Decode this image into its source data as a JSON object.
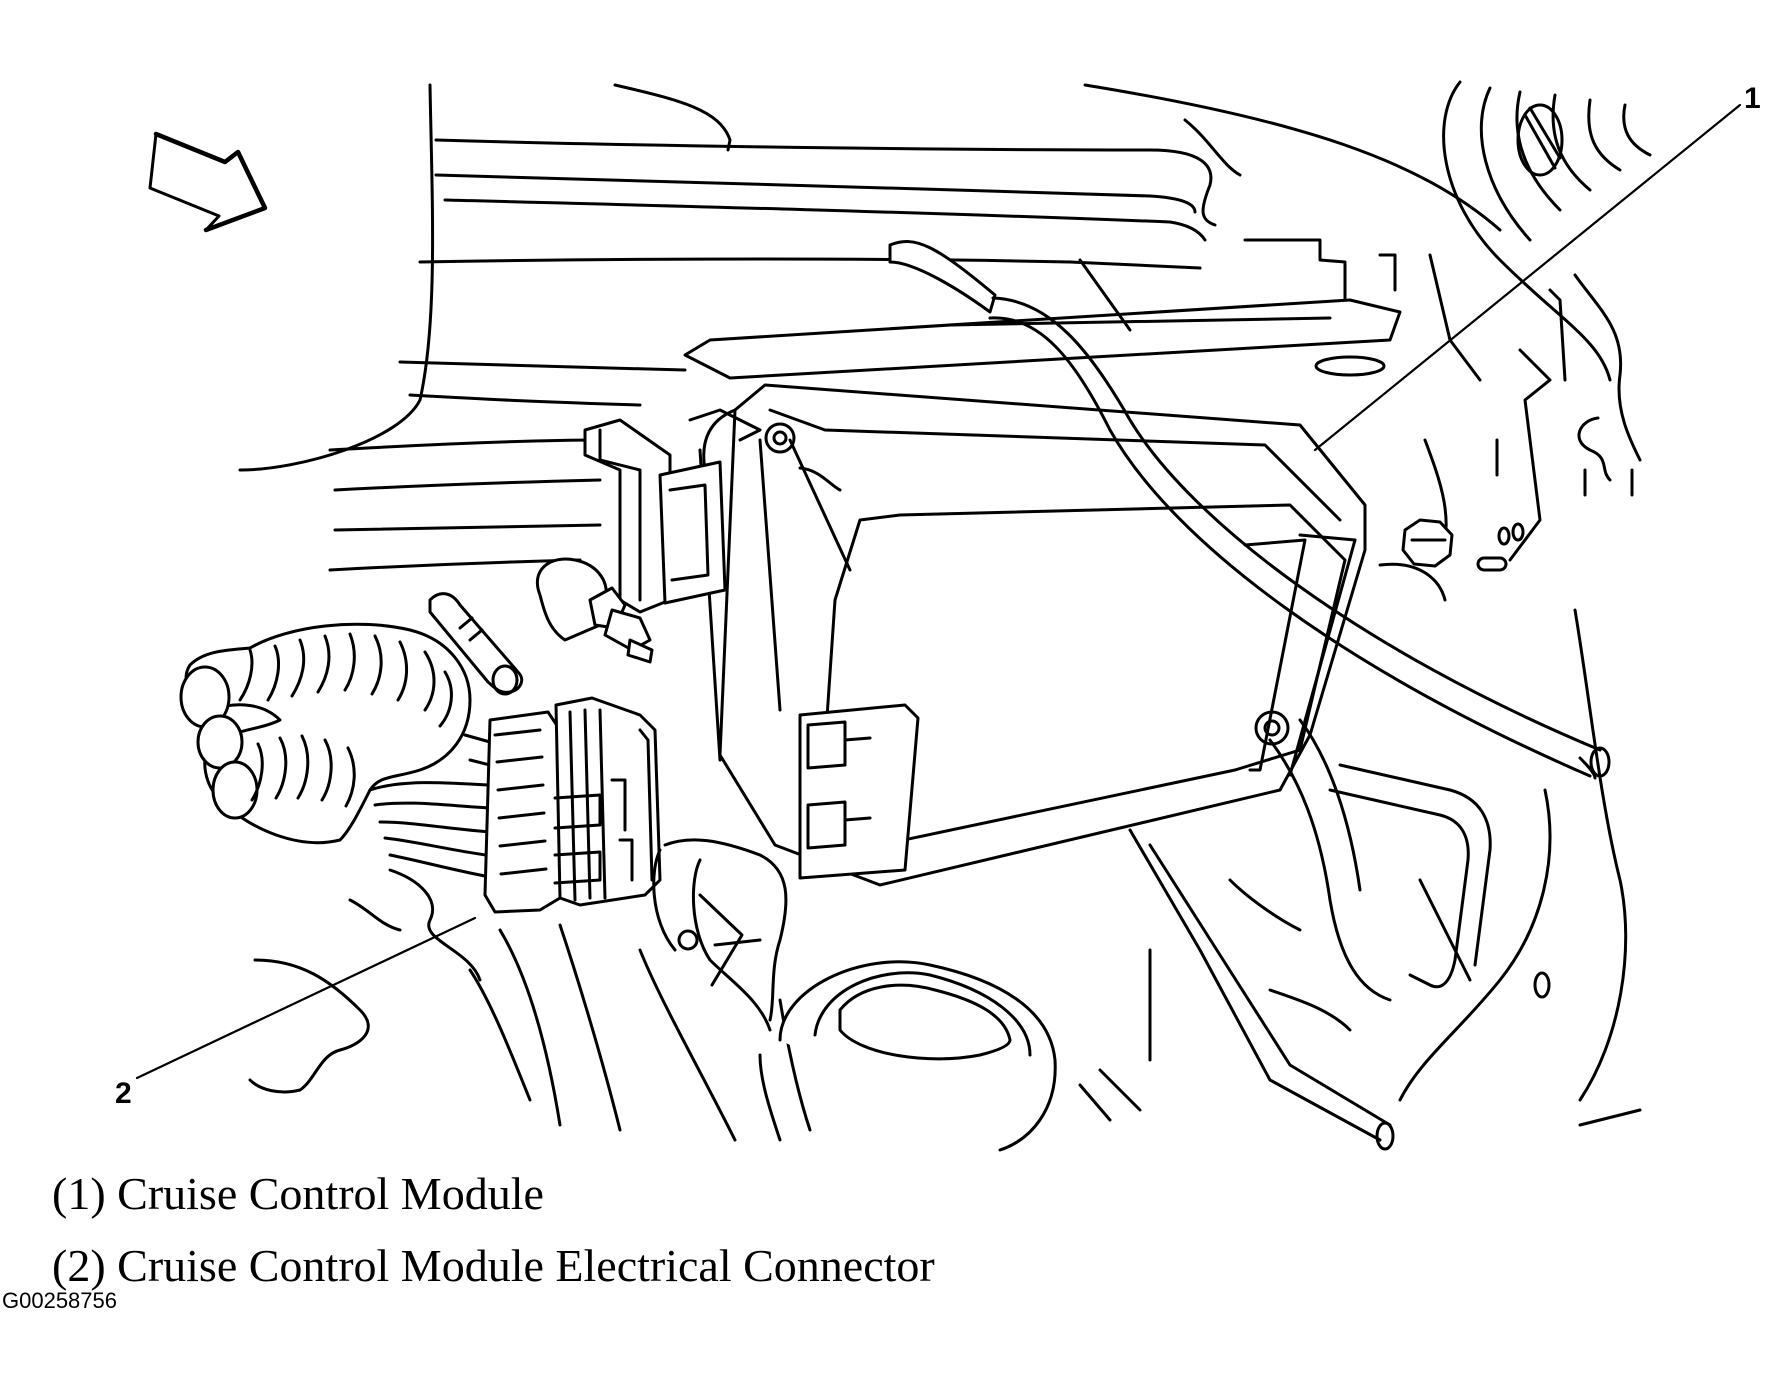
{
  "diagram": {
    "callouts": [
      {
        "number": "1",
        "target": "Cruise Control Module"
      },
      {
        "number": "2",
        "target": "Cruise Control Module Electrical Connector"
      }
    ],
    "legend": [
      {
        "marker": "(1)",
        "text": "Cruise Control Module"
      },
      {
        "marker": "(2)",
        "text": "Cruise Control Module Electrical Connector"
      }
    ],
    "figure_id": "G00258756",
    "direction_arrow_icon": "arrow-down-right-icon"
  }
}
